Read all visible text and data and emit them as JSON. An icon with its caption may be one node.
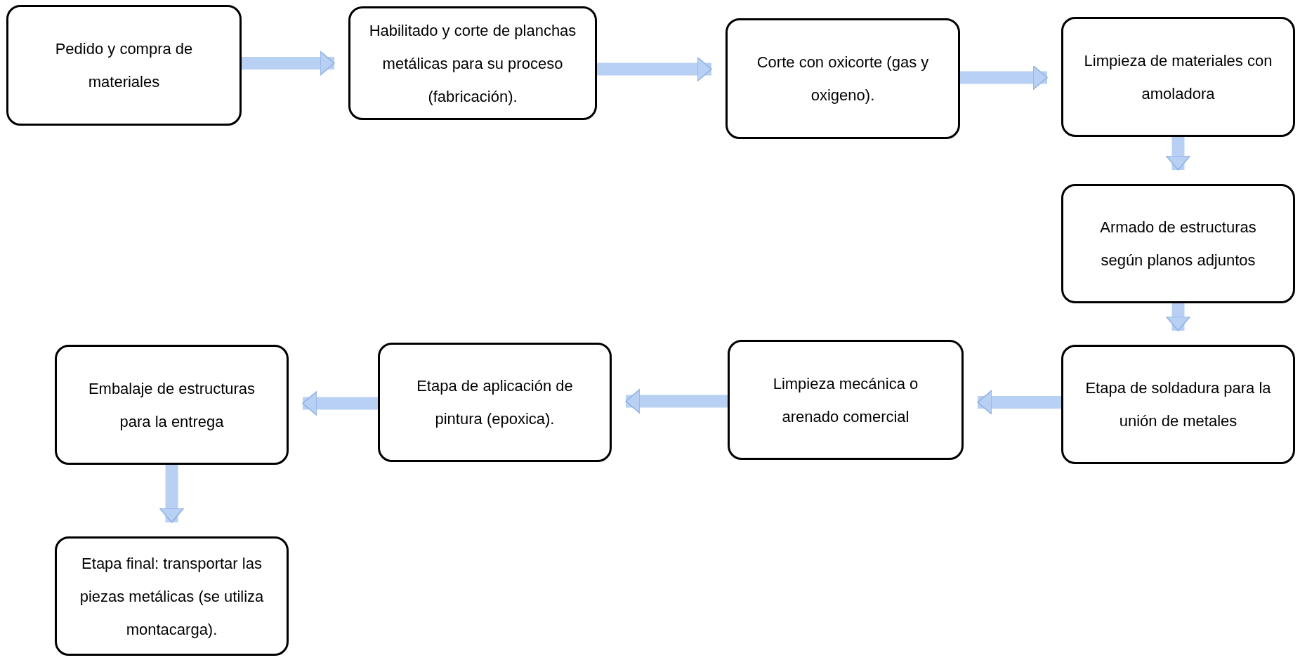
{
  "diagram": {
    "nodes": [
      {
        "text": [
          "Pedido y compra de materiales"
        ]
      },
      {
        "text": [
          "Habilitado y corte de planchas metálicas para su proceso (fabricación)."
        ]
      },
      {
        "text": [
          "Corte con oxicorte (gas y oxigeno)."
        ]
      },
      {
        "text": [
          "Limpieza de materiales con amoladora"
        ]
      },
      {
        "text": [
          "Armado de estructuras según planos adjuntos"
        ]
      },
      {
        "text": [
          "Etapa de soldadura para la unión de metales"
        ]
      },
      {
        "text": [
          "Limpieza mecánica o arenado comercial"
        ]
      },
      {
        "text": [
          "Etapa de aplicación de pintura (epoxica)."
        ]
      },
      {
        "text": [
          "Embalaje de estructuras para la entrega"
        ]
      },
      {
        "text": [
          "Etapa final: transportar las piezas metálicas (se utiliza montacarga)."
        ]
      }
    ],
    "edges": [
      {
        "from": 0,
        "to": 1,
        "arrow": "to"
      },
      {
        "from": 1,
        "to": 2,
        "arrow": "to"
      },
      {
        "from": 2,
        "to": 3,
        "arrow": "to"
      },
      {
        "from": 3,
        "to": 4,
        "arrow": "to"
      },
      {
        "from": 4,
        "to": 5,
        "arrow": "to"
      },
      {
        "from": 5,
        "to": 6,
        "arrow": "to"
      },
      {
        "from": 6,
        "to": 7,
        "arrow": "to"
      },
      {
        "from": 7,
        "to": 8,
        "arrow": "to"
      },
      {
        "from": 8,
        "to": 9,
        "arrow": "to"
      }
    ]
  }
}
